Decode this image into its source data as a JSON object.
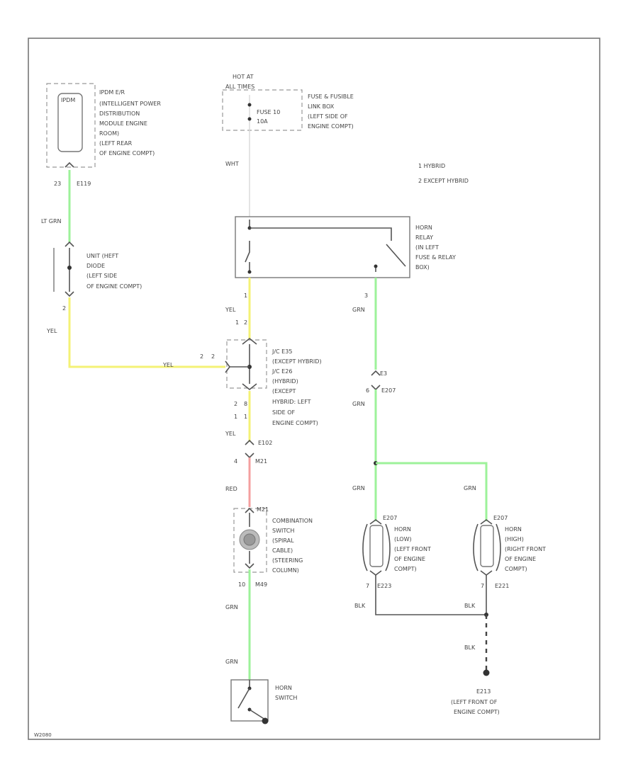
{
  "components": {
    "ipdm": {
      "code": "IPDM",
      "label_lines": [
        "IPDM E/R",
        "(INTELLIGENT POWER",
        "DISTRIBUTION",
        "MODULE ENGINE",
        "ROOM)",
        "(LEFT REAR",
        "OF ENGINE COMPT)"
      ],
      "pin": "23",
      "connector": "E119"
    },
    "diode": {
      "label_lines": [
        "UNIT (HEFT",
        "DIODE",
        "(LEFT SIDE",
        "OF ENGINE COMPT)"
      ],
      "pin": "2"
    },
    "hot_at": {
      "label_lines": [
        "HOT AT",
        "ALL TIMES"
      ]
    },
    "fuse": {
      "label_lines": [
        "FUSE 10",
        "10A"
      ],
      "box_lines": [
        "FUSE & FUSIBLE",
        "LINK BOX",
        "(LEFT SIDE OF",
        "ENGINE COMPT)"
      ]
    },
    "legend": {
      "items": [
        "1  HYBRID",
        "2  EXCEPT HYBRID"
      ]
    },
    "horn_relay": {
      "label_lines": [
        "HORN",
        "RELAY",
        "(IN LEFT",
        "FUSE & RELAY",
        "BOX)"
      ],
      "pin_left": "1",
      "pin_right": "3"
    },
    "joint": {
      "label_lines": [
        "J/C E35",
        "(EXCEPT HYBRID)",
        "J/C E26",
        "(HYBRID)",
        "(EXCEPT",
        "HYBRID: LEFT",
        "SIDE OF",
        "ENGINE COMPT)"
      ],
      "pins_top": [
        "1",
        "2"
      ],
      "pins_left": [
        "2",
        "2"
      ],
      "pins_bottom_a": [
        "2",
        "8"
      ],
      "pins_bottom_b": [
        "1",
        "1"
      ]
    },
    "connector_e102": {
      "code": "E102",
      "pin_top": "4",
      "pin_bottom": "M21"
    },
    "combination_switch": {
      "code": "M21",
      "label_lines": [
        "COMBINATION",
        "SWITCH",
        "(SPIRAL",
        "CABLE)",
        "(STEERING",
        "COLUMN)"
      ],
      "pin": "10",
      "connector": "M49"
    },
    "horn_switch": {
      "label_lines": [
        "HORN",
        "SWITCH"
      ]
    },
    "connector_e3": {
      "pin_a": "E3",
      "pin_b": "6",
      "code": "E207"
    },
    "horn_low": {
      "code": "E207",
      "label_lines": [
        "HORN",
        "(LOW)",
        "(LEFT FRONT",
        "OF ENGINE",
        "COMPT)"
      ],
      "pin": "7",
      "connector": "E223"
    },
    "horn_high": {
      "code": "E207",
      "label_lines": [
        "HORN",
        "(HIGH)",
        "(RIGHT FRONT",
        "OF ENGINE",
        "COMPT)"
      ],
      "pin": "7",
      "connector": "E221"
    },
    "ground": {
      "code": "E213",
      "label_lines": [
        "(LEFT FRONT OF",
        "ENGINE COMPT)"
      ]
    }
  },
  "wires": {
    "wht": "WHT",
    "yel": "YEL",
    "lt_grn": "LT GRN",
    "red": "RED",
    "grn": "GRN",
    "blk": "BLK"
  },
  "footer": {
    "figure_id": "W2080"
  },
  "colors": {
    "green_wire": "#9df29a",
    "yellow_wire": "#f4f276",
    "red_wire": "#f4a0a0",
    "frame": "#777777"
  }
}
